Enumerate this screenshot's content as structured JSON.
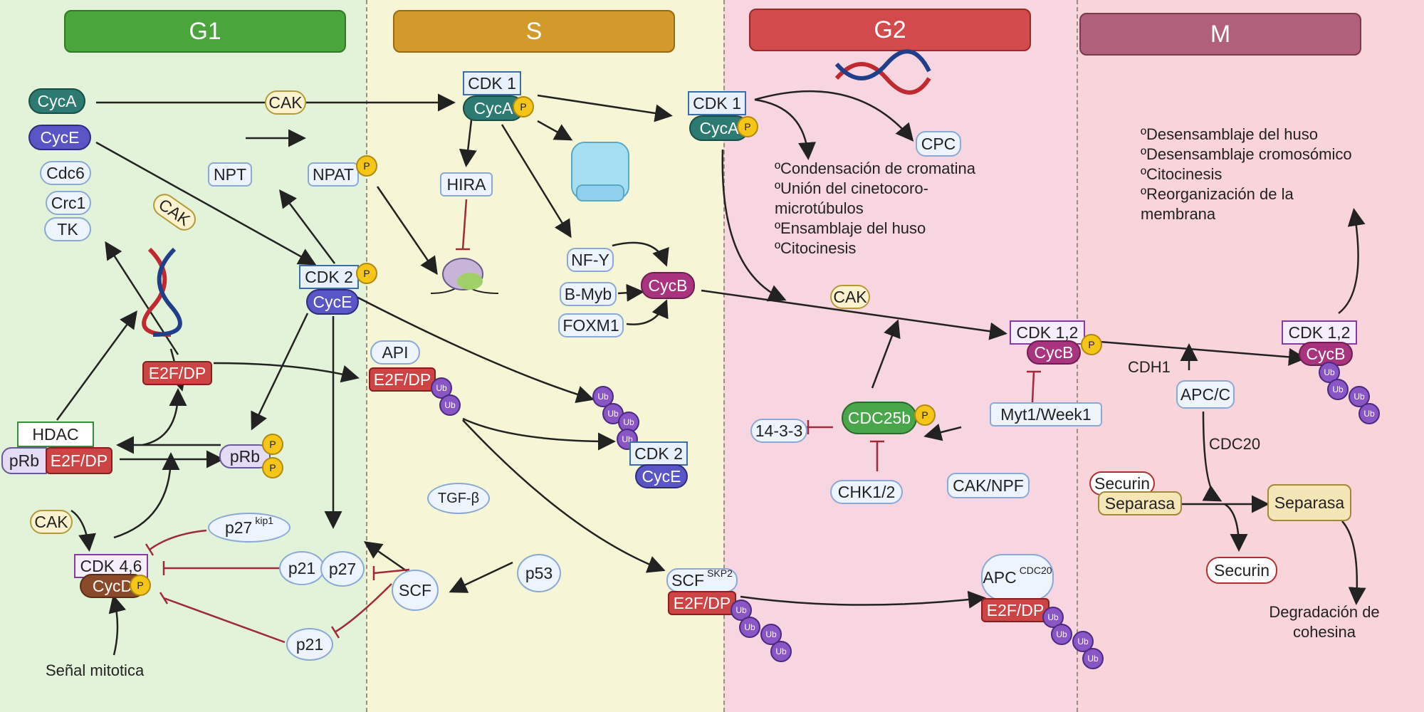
{
  "phases": {
    "g1": "G1",
    "s": "S",
    "g2": "G2",
    "m": "M"
  },
  "colors": {
    "g1_bg": "#e2f3d9",
    "s_bg": "#f6f5d6",
    "g2_bg": "#f8d6e1",
    "m_bg": "#f9d4da",
    "g1_header": "#4aa53a",
    "s_header": "#d29a2b",
    "g2_header": "#d24a4c",
    "m_header": "#b0607a"
  },
  "g1": {
    "cyca": "CycA",
    "cyce": "CycE",
    "cdc6": "Cdc6",
    "crc1": "Crc1",
    "tk": "TK",
    "cak_diag": "CAK",
    "e2fdp_mid": "E2F/DP",
    "hdac": "HDAC",
    "prb_left": "pRb",
    "e2fdp_left": "E2F/DP",
    "prb_p": "pRb",
    "cak_low": "CAK",
    "cdk46": "CDK 4,6",
    "cycd": "CycD",
    "senal": "Señal mitotica",
    "p27kip1": "p27",
    "kip1": "kip1",
    "p21_1": "p21",
    "p27": "p27",
    "p21_2": "p21"
  },
  "s": {
    "cak_top": "CAK",
    "cdk1": "CDK 1",
    "cyca": "CycA",
    "hira": "HIRA",
    "npt": "NPT",
    "npat": "NPAT",
    "cdk2": "CDK 2",
    "cyce": "CycE",
    "nfy": "NF-Y",
    "bmyb": "B-Myb",
    "foxm1": "FOXM1",
    "cycb": "CycB",
    "api": "API",
    "e2fdp": "E2F/DP",
    "cdk2_deg": "CDK 2",
    "cyce_deg": "CycE",
    "tgfb": "TGF-β",
    "scf": "SCF",
    "p53": "p53"
  },
  "g2": {
    "cdk1": "CDK 1",
    "cyca": "CycA",
    "cpc": "CPC",
    "events": [
      "ºCondensación de cromatina",
      "ºUnión del cinetocoro-",
      "microtúbulos",
      "ºEnsamblaje del huso",
      "ºCitocinesis"
    ],
    "cak": "CAK",
    "cdk12": "CDK 1,2",
    "cycb": "CycB",
    "myt1": "Myt1/Week1",
    "cdc25b": "CDC25b",
    "p1433": "14-3-3",
    "chk12": "CHK1/2",
    "caknpf": "CAK/NPF",
    "scfskp2": "SCF",
    "skp2": "SKP2",
    "e2fdp_scf": "E2F/DP",
    "apc": "APC",
    "cdc20_sup": "CDC20",
    "e2fdp_apc": "E2F/DP"
  },
  "m": {
    "events": [
      "ºDesensamblaje del huso",
      "ºDesensamblaje cromosómico",
      "ºCitocinesis",
      "ºReorganización de la",
      "membrana"
    ],
    "cdk12": "CDK 1,2",
    "cycb": "CycB",
    "cdh1": "CDH1",
    "apcc": "APC/C",
    "cdc20": "CDC20",
    "securin_top": "Securin",
    "separasa_left": "Separasa",
    "separasa_right": "Separasa",
    "securin_low": "Securin",
    "degradacion": "Degradación de cohesina"
  },
  "labels": {
    "p": "P",
    "ub": "Ub"
  }
}
